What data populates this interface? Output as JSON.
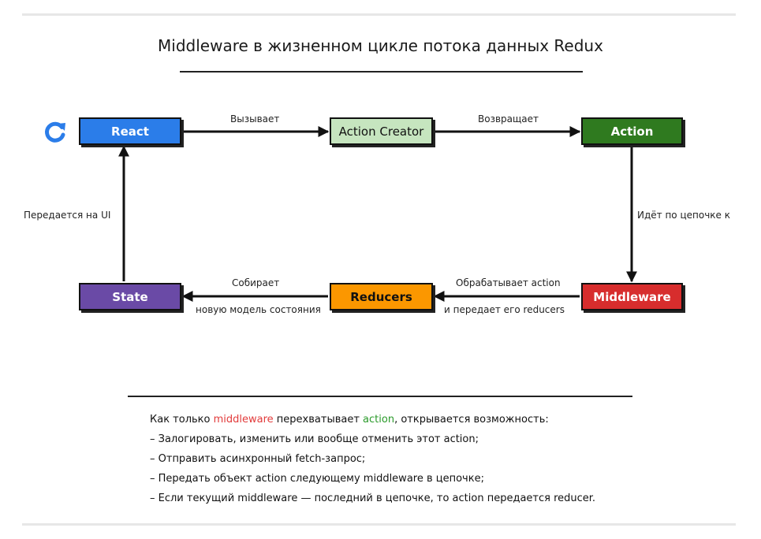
{
  "title": "Middleware в жизненном цикле потока данных Redux",
  "nodes": {
    "react": "React",
    "action_creator": "Action Creator",
    "action": "Action",
    "middleware": "Middleware",
    "reducers": "Reducers",
    "state": "State"
  },
  "edges": {
    "react_to_creator": "Вызывает",
    "creator_to_action": "Возвращает",
    "action_to_middleware": "Идёт по цепочке к",
    "middleware_to_reducers_line1": "Обрабатывает action",
    "middleware_to_reducers_line2": "и передает его reducers",
    "reducers_to_state_line1": "Собирает",
    "reducers_to_state_line2": "новую модель состояния",
    "state_to_react": "Передается на UI"
  },
  "icons": {
    "cycle": "refresh-icon"
  },
  "notes": {
    "intro_pre": "Как только ",
    "intro_middleware": "middleware",
    "intro_mid": " перехватывает ",
    "intro_action": "action",
    "intro_post": ", открывается возможность:",
    "items": [
      "– Залогировать, изменить или вообще отменить этот action;",
      "– Отправить асинхронный fetch-запрос;",
      "– Передать объект action следующему middleware в цепочке;",
      "– Если текущий middleware — последний в цепочке, то action передается reducer."
    ]
  },
  "colors": {
    "react": "#2b7de9",
    "action_creator": "#c6e5bf",
    "action": "#2f7a1f",
    "middleware": "#d72d2d",
    "reducers": "#fb9700",
    "state": "#6a4aa6",
    "highlight_middleware": "#e23b3b",
    "highlight_action": "#2a9a2a"
  }
}
